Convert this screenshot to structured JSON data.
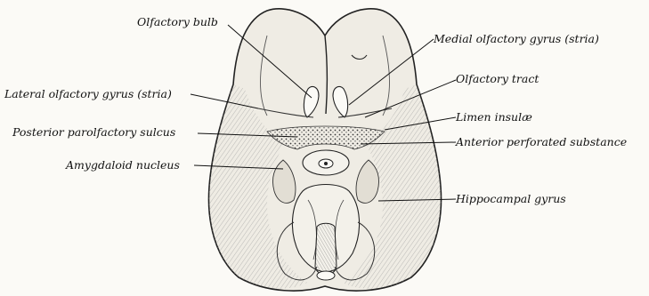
{
  "figure": {
    "labels": {
      "olfactory_bulb": "Olfactory bulb",
      "medial_olfactory_gyrus": "Medial olfactory gyrus (stria)",
      "olfactory_tract": "Olfactory tract",
      "lateral_olfactory_gyrus": "Lateral olfactory gyrus (stria)",
      "limen_insulae": "Limen insulæ",
      "posterior_parolfactory_sulcus": "Posterior parolfactory sulcus",
      "anterior_perforated_substance": "Anterior perforated substance",
      "amygdaloid_nucleus": "Amygdaloid nucleus",
      "hippocampal_gyrus": "Hippocampal gyrus"
    }
  }
}
